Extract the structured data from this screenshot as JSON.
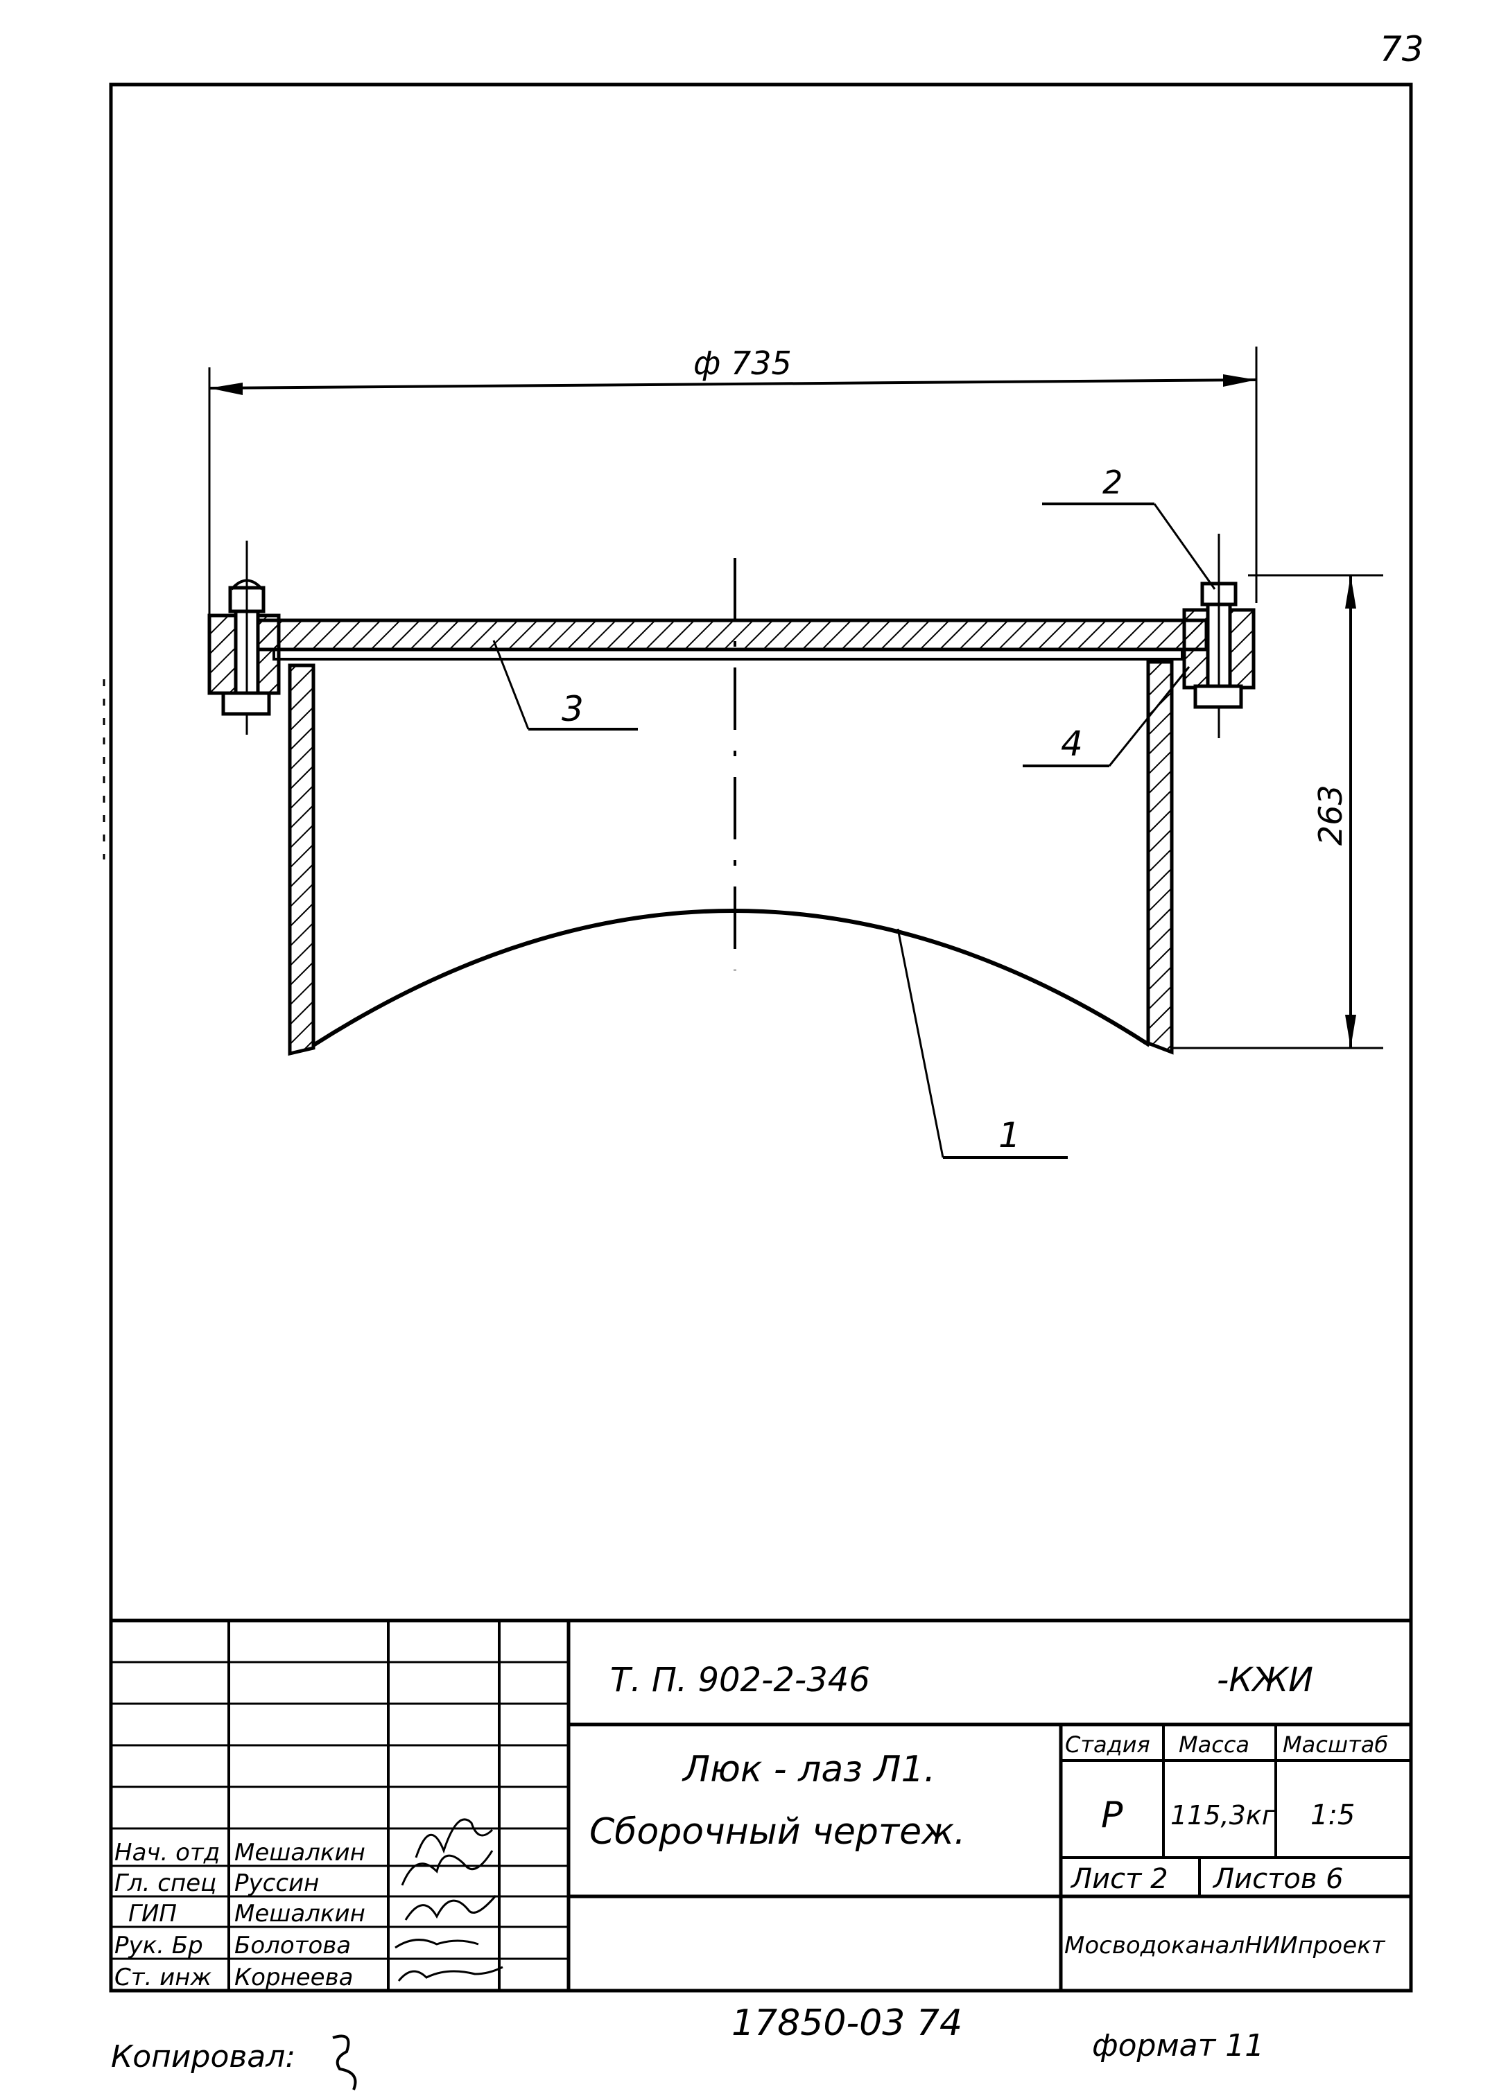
{
  "sheet": {
    "page_number": "73",
    "left_margin_mark": "..."
  },
  "drawing": {
    "dimension_diameter": "ф 735",
    "dimension_height": "263",
    "callouts": {
      "item1": "1",
      "item2": "2",
      "item3": "3",
      "item4": "4"
    }
  },
  "title_block": {
    "project_code": "Т. П. 902-2-346",
    "set_code": "-КЖИ",
    "title_line1": "Люк - лаз Л1.",
    "title_line2": "Сборочный чертеж.",
    "stage_header": "Стадия",
    "mass_header": "Масса",
    "scale_header": "Масштаб",
    "stage_value": "Р",
    "mass_value": "115,3кг",
    "scale_value": "1:5",
    "sheet_label": "Лист 2",
    "sheets_label": "Листов 6",
    "organization": "МосводоканалНИИпроект",
    "staff": [
      {
        "role": "Нач. отд",
        "name": "Мешалкин"
      },
      {
        "role": "Гл. спец",
        "name": "Руссин"
      },
      {
        "role": "ГИП",
        "name": "Мешалкин"
      },
      {
        "role": "Рук. Бр",
        "name": "Болотова"
      },
      {
        "role": "Ст. инж",
        "name": "Корнеева"
      }
    ]
  },
  "footer": {
    "copied_by": "Копировал:",
    "doc_number": "17850-03 74",
    "format": "формат 11"
  }
}
